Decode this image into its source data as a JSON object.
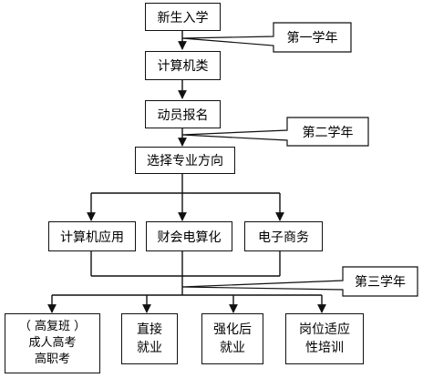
{
  "nodes": {
    "enroll": "新生入学",
    "computer_class": "计算机类",
    "mobilize": "动员报名",
    "choose_major": "选择专业方向",
    "computer_app": "计算机应用",
    "finance_accounting": "财会电算化",
    "ecommerce": "电子商务",
    "exam_line1": "（ 高复班 ）",
    "exam_line2": "成人高考",
    "exam_line3": "高职考",
    "employ_line1": "直接",
    "employ_line2": "就业",
    "intensive_line1": "强化后",
    "intensive_line2": "就业",
    "training_line1": "岗位适应",
    "training_line2": "性培训"
  },
  "callouts": {
    "year1": "第一学年",
    "year2": "第二学年",
    "year3": "第三学年"
  }
}
